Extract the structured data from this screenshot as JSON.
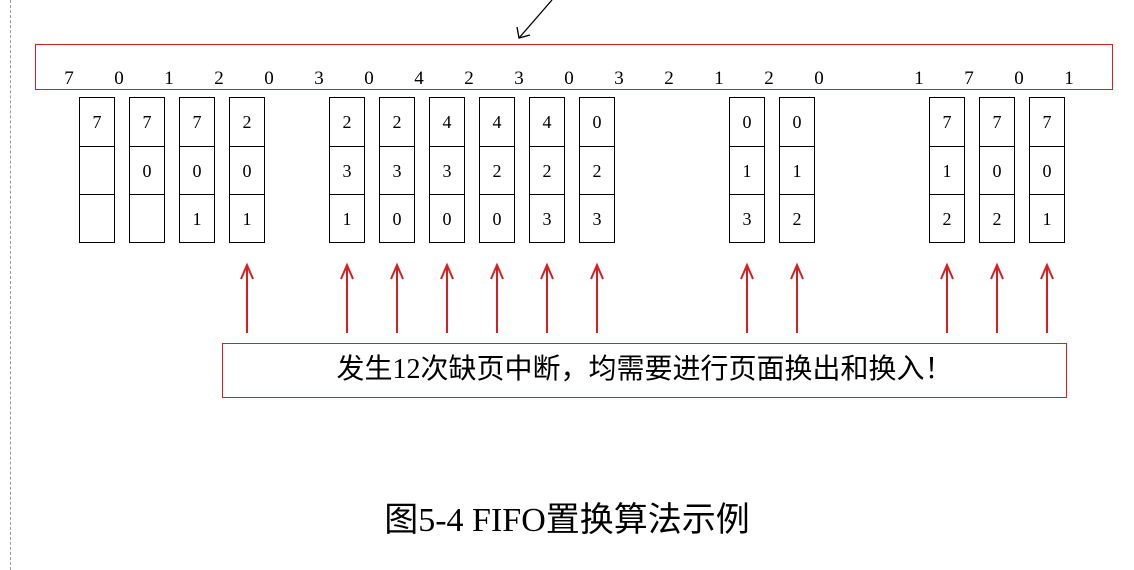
{
  "reference_string": [
    "7",
    "0",
    "1",
    "2",
    "0",
    "3",
    "0",
    "4",
    "2",
    "3",
    "0",
    "3",
    "2",
    "1",
    "2",
    "0",
    "1",
    "7",
    "0",
    "1"
  ],
  "frames": [
    {
      "step": 0,
      "cells": [
        "7",
        "",
        ""
      ]
    },
    {
      "step": 1,
      "cells": [
        "7",
        "0",
        ""
      ]
    },
    {
      "step": 2,
      "cells": [
        "7",
        "0",
        "1"
      ]
    },
    {
      "step": 3,
      "cells": [
        "2",
        "0",
        "1"
      ]
    },
    {
      "step": 5,
      "cells": [
        "2",
        "3",
        "1"
      ]
    },
    {
      "step": 6,
      "cells": [
        "2",
        "3",
        "0"
      ]
    },
    {
      "step": 7,
      "cells": [
        "4",
        "3",
        "0"
      ]
    },
    {
      "step": 8,
      "cells": [
        "4",
        "2",
        "0"
      ]
    },
    {
      "step": 9,
      "cells": [
        "4",
        "2",
        "3"
      ]
    },
    {
      "step": 10,
      "cells": [
        "0",
        "2",
        "3"
      ]
    },
    {
      "step": 13,
      "cells": [
        "0",
        "1",
        "3"
      ]
    },
    {
      "step": 14,
      "cells": [
        "0",
        "1",
        "2"
      ]
    },
    {
      "step": 17,
      "cells": [
        "7",
        "1",
        "2"
      ]
    },
    {
      "step": 18,
      "cells": [
        "7",
        "0",
        "2"
      ]
    },
    {
      "step": 19,
      "cells": [
        "7",
        "0",
        "1"
      ]
    }
  ],
  "replacement_steps": [
    3,
    5,
    6,
    7,
    8,
    9,
    10,
    13,
    14,
    17,
    18,
    19
  ],
  "message": "发生12次缺页中断，均需要进行页面换出和换入！",
  "caption": "图5-4  FIFO置换算法示例",
  "colors": {
    "highlight": "#d42020",
    "line": "#000000"
  }
}
